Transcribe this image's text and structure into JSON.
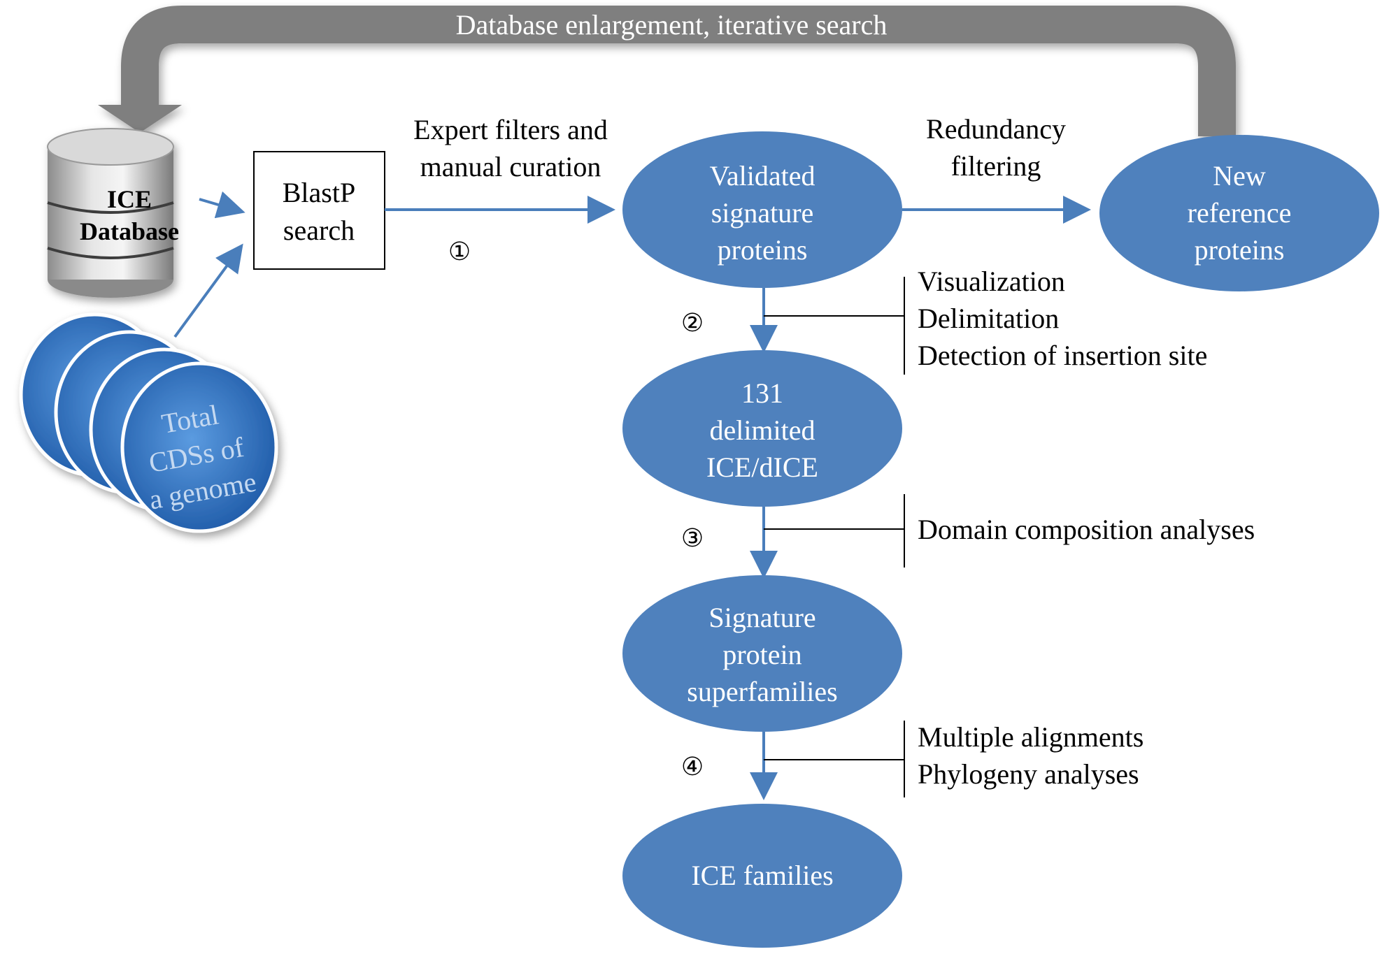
{
  "loop": {
    "label": "Database enlargement, iterative search"
  },
  "database": {
    "line1": "ICE",
    "line2": "Database"
  },
  "genome": {
    "lines": [
      "Total",
      "CDSs of",
      "a genome"
    ]
  },
  "blast": {
    "line1": "BlastP",
    "line2": "search"
  },
  "edge1": {
    "line1": "Expert filters and",
    "line2": "manual curation",
    "step": "①"
  },
  "validated": {
    "lines": [
      "Validated",
      "signature",
      "proteins"
    ]
  },
  "redundancy": {
    "line1": "Redundancy",
    "line2": "filtering"
  },
  "new_reference": {
    "lines": [
      "New",
      "reference",
      "proteins"
    ]
  },
  "step2": {
    "step": "②",
    "notes": [
      "Visualization",
      "Delimitation",
      "Detection of insertion site"
    ]
  },
  "delimited": {
    "lines": [
      "131",
      "delimited",
      "ICE/dICE"
    ]
  },
  "step3": {
    "step": "③",
    "notes": [
      "Domain composition analyses"
    ]
  },
  "superfamilies": {
    "lines": [
      "Signature",
      "protein",
      "superfamilies"
    ]
  },
  "step4": {
    "step": "④",
    "notes": [
      "Multiple alignments",
      "Phylogeny analyses"
    ]
  },
  "families": {
    "label": "ICE families"
  },
  "colors": {
    "node_fill": "#4f81bd",
    "arrow": "#4a7ebb",
    "loop_arrow": "#7f7f7f",
    "disk_fill": "#2e6fbd"
  }
}
